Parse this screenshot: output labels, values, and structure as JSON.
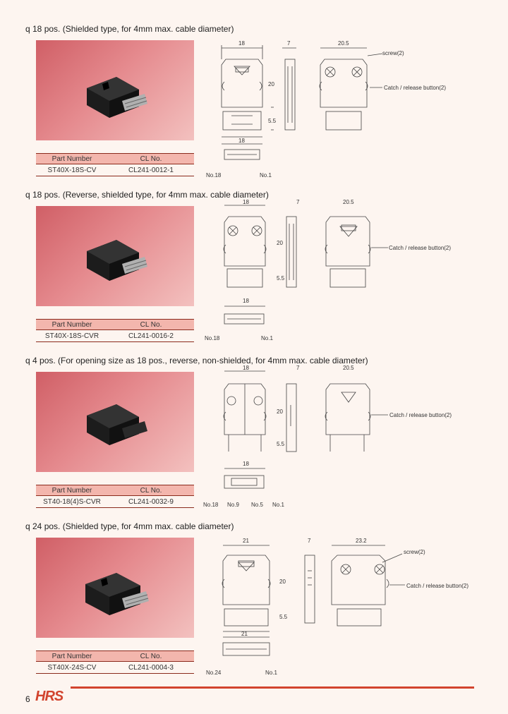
{
  "sections": [
    {
      "title": "q  18 pos. (Shielded type, for 4mm max. cable diameter)",
      "table": {
        "header": [
          "Part Number",
          "CL No."
        ],
        "row": [
          "ST40X-18S-CV",
          "CL241-0012-1"
        ]
      },
      "dims": {
        "width": "18",
        "depth": "7",
        "side": "20.5",
        "height": "20",
        "lower": "5.5",
        "bottom": "18"
      },
      "notes": {
        "screw": "screw(2)",
        "catch": "Catch / release button(2)",
        "left_pin": "No.18",
        "right_pin": "No.1"
      }
    },
    {
      "title": "q  18 pos. (Reverse, shielded type, for 4mm max. cable diameter)",
      "table": {
        "header": [
          "Part Number",
          "CL No."
        ],
        "row": [
          "ST40X-18S-CVR",
          "CL241-0016-2"
        ]
      },
      "dims": {
        "width": "18",
        "depth": "7",
        "side": "20.5",
        "height": "20",
        "lower": "5.5",
        "bottom": "18"
      },
      "notes": {
        "catch": "Catch / release button(2)",
        "left_pin": "No.18",
        "right_pin": "No.1"
      }
    },
    {
      "title": "q  4 pos. (For opening size as 18 pos., reverse, non-shielded, for 4mm max. cable diameter)",
      "table": {
        "header": [
          "Part Number",
          "CL No."
        ],
        "row": [
          "ST40-18(4)S-CVR",
          "CL241-0032-9"
        ]
      },
      "dims": {
        "width": "18",
        "depth": "7",
        "side": "20.5",
        "height": "20",
        "lower": "5.5",
        "bottom": "18"
      },
      "notes": {
        "catch": "Catch / release button(2)",
        "left_pin": "No.18",
        "pin9": "No.9",
        "pin5": "No.5",
        "right_pin": "No.1"
      }
    },
    {
      "title": "q  24 pos. (Shielded type, for 4mm max. cable diameter)",
      "table": {
        "header": [
          "Part Number",
          "CL No."
        ],
        "row": [
          "ST40X-24S-CV",
          "CL241-0004-3"
        ]
      },
      "dims": {
        "width": "21",
        "depth": "7",
        "side": "23.2",
        "height": "20",
        "lower": "5.5",
        "bottom": "21"
      },
      "notes": {
        "screw": "screw(2)",
        "catch": "Catch / release button(2)",
        "left_pin": "No.24",
        "right_pin": "No.1"
      }
    }
  ],
  "footer": {
    "page_number": "6",
    "logo": "HRS"
  },
  "colors": {
    "accent": "#d2442e",
    "table_header": "#f3b6ad",
    "photo_bg": "#e58a8e"
  }
}
